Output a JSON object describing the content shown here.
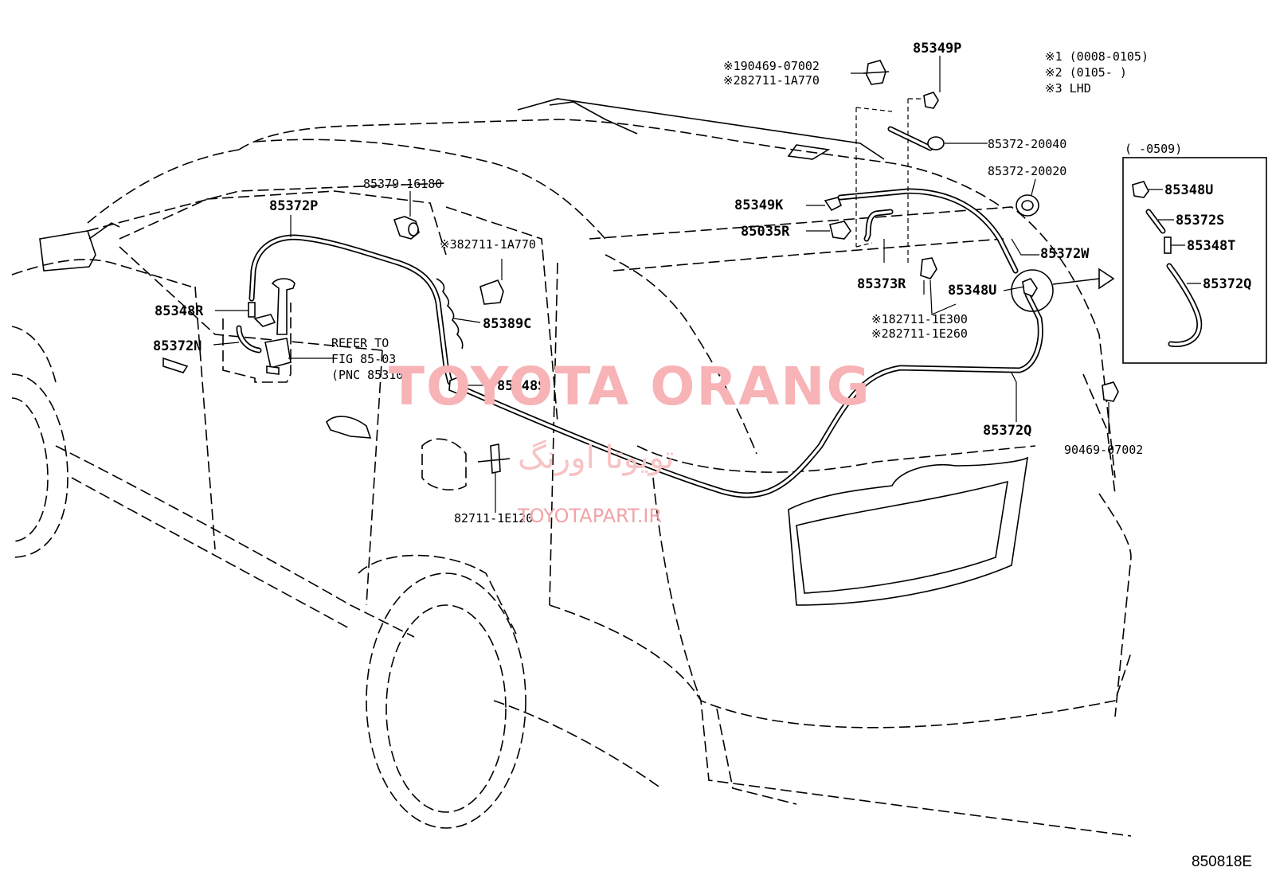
{
  "legend": {
    "line1": "※1 (0008-0105)",
    "line2": "※2 (0105-     )",
    "line3": "※3 LHD"
  },
  "inset": {
    "date_range": "(     -0509)",
    "parts": [
      "85348U",
      "85372S",
      "85348T",
      "85372Q"
    ]
  },
  "labels": {
    "p_90469_07002_s1": "※190469-07002",
    "p_82711_1A770_s2": "※282711-1A770",
    "p_85349P": "85349P",
    "p_85372_20040": "85372-20040",
    "p_85372_20020": "85372-20020",
    "p_85349K": "85349K",
    "p_85035R": "85035R",
    "p_85372W": "85372W",
    "p_85373R": "85373R",
    "p_85348U": "85348U",
    "p_82711_1E300_s1": "※182711-1E300",
    "p_82711_1E260_s2": "※282711-1E260",
    "p_85379_16180": "85379-16180",
    "p_85372P": "85372P",
    "p_82711_1A770_s3": "※382711-1A770",
    "p_85348R": "85348R",
    "p_85389C": "85389C",
    "p_85372N": "85372N",
    "refer_to": "REFER TO",
    "fig_ref": "FIG 85-03",
    "pnc_ref": "(PNC 85310)",
    "p_85348S": "85348S",
    "p_85372Q": "85372Q",
    "p_90469_07002": "90469-07002",
    "p_82711_1E120": "82711-1E120"
  },
  "watermark": {
    "brand": "TOYOTA ORANG",
    "persian": "تویوتا اورنگ",
    "url": "TOYOTAPART.IR"
  },
  "figure_code": "850818E"
}
